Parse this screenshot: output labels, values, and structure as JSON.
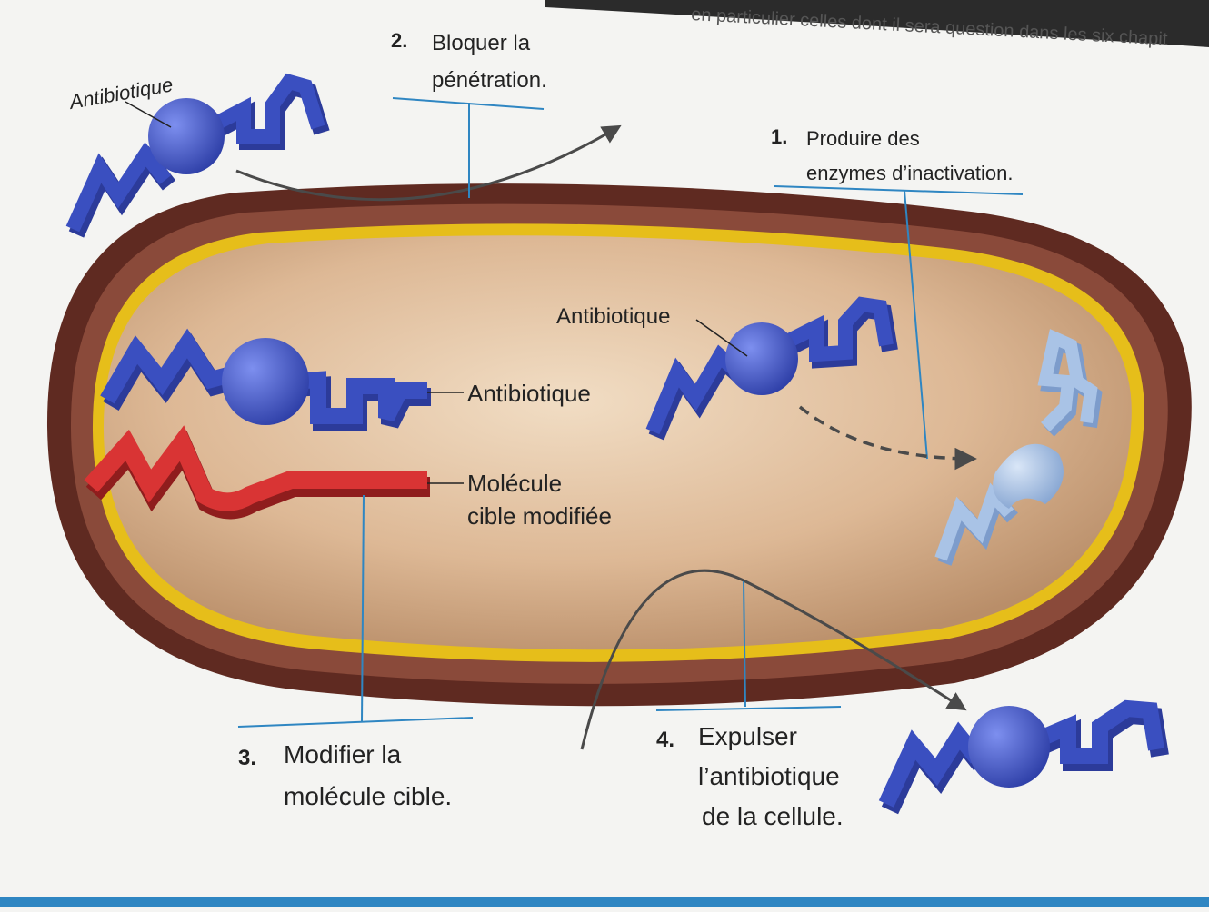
{
  "header_fragment": "en particulier celles dont il sera question dans les six chapit",
  "mechanisms": [
    {
      "number": "1.",
      "lines": [
        "Produire des",
        "enzymes d’inactivation."
      ]
    },
    {
      "number": "2.",
      "lines": [
        "Bloquer la",
        "pénétration."
      ]
    },
    {
      "number": "3.",
      "lines": [
        "Modifier la",
        "molécule cible."
      ]
    },
    {
      "number": "4.",
      "lines": [
        "Expulser",
        "l’antibiotique",
        "de la cellule."
      ]
    }
  ],
  "labels": {
    "antibiotic_outside": "Antibiotique",
    "antibiotic_inside_right": "Antibiotique",
    "antibiotic_inside_left": "Antibiotique",
    "modified_target": [
      "Molécule",
      "cible modifiée"
    ]
  },
  "colors": {
    "antibiotic": "#3a4fc0",
    "inactivated_antibiotic": "#9fbbe0",
    "modified_target": "#d93434",
    "membrane_yellow": "#e8c21a",
    "cell_wall": "#6b3326",
    "cytoplasm": "#d9b493"
  },
  "icons": [
    "antibiotic-molecule",
    "inactivated-antibiotic",
    "modified-target-molecule",
    "arrow"
  ]
}
